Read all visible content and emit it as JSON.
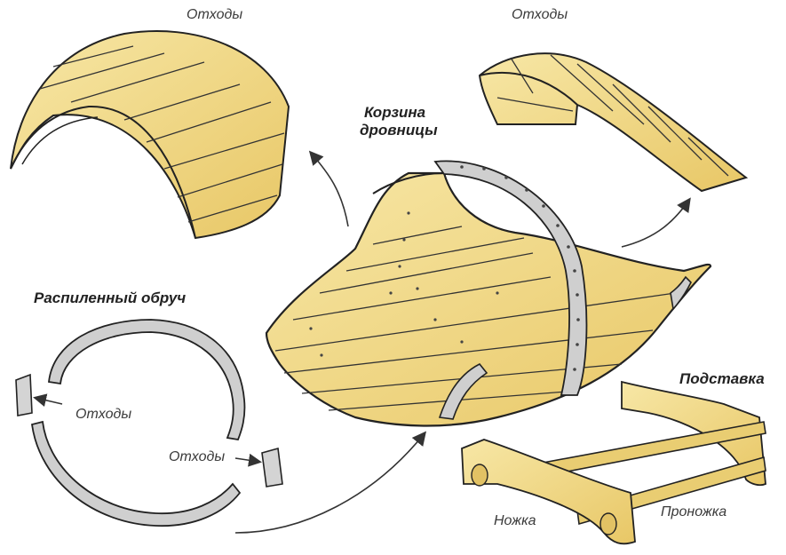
{
  "labels": {
    "waste_top_left": "Отходы",
    "waste_top_right": "Отходы",
    "basket_line1": "Корзина",
    "basket_line2": "дровницы",
    "sawn_hoop": "Распиленный обруч",
    "waste_hoop_left": "Отходы",
    "waste_hoop_right": "Отходы",
    "stand": "Подставка",
    "leg": "Ножка",
    "crossbar": "Проножка"
  },
  "colors": {
    "wood": "#f3dc8c",
    "wood_dark": "#d9b95a",
    "outline": "#222222",
    "metal": "#c8c8c8",
    "metal_dark": "#8a8a8a",
    "arrow": "#333333"
  }
}
